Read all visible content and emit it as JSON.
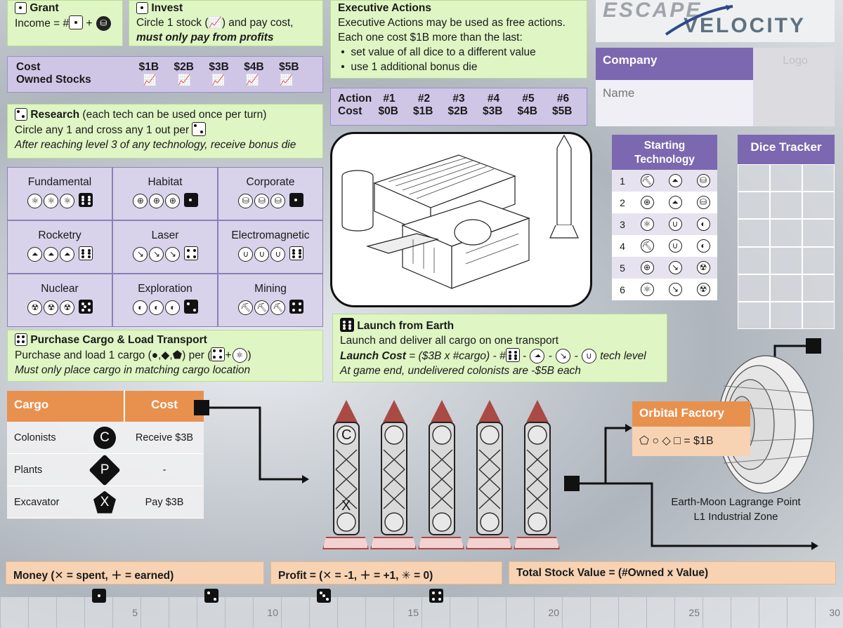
{
  "title_logo": {
    "line1": "ESCAPE",
    "line2": "VELOCITY"
  },
  "grant": {
    "title": "Grant",
    "income_label": "Income = #",
    "plus": "+"
  },
  "invest": {
    "title": "Invest",
    "line1": "Circle 1 stock (",
    "line1b": ") and pay cost,",
    "line2": "must only pay from profits"
  },
  "executive": {
    "title": "Executive Actions",
    "line1": "Executive Actions may be used as free actions.",
    "line2": "Each one cost $1B more than the last:",
    "bullets": [
      "set value of all dice to a different value",
      "use 1 additional bonus die"
    ]
  },
  "cost_table": {
    "cost_label": "Cost",
    "stocks_label": "Owned Stocks",
    "costs": [
      "$1B",
      "$2B",
      "$3B",
      "$4B",
      "$5B"
    ]
  },
  "action_table": {
    "action_label": "Action",
    "cost_label": "Cost",
    "actions": [
      "#1",
      "#2",
      "#3",
      "#4",
      "#5",
      "#6"
    ],
    "costs": [
      "$0B",
      "$1B",
      "$2B",
      "$3B",
      "$4B",
      "$5B"
    ]
  },
  "company": {
    "title": "Company",
    "name_placeholder": "Name",
    "logo_placeholder": "Logo"
  },
  "research": {
    "title": "Research",
    "title_rest": " (each tech can be used once per turn)",
    "line2": "Circle any 1 and cross any 1 out per",
    "line3": "After reaching level 3 of any technology, receive bonus die"
  },
  "techs": [
    {
      "name": "Fundamental",
      "icon": "atom-icon",
      "glyph": "⚛",
      "die": 6,
      "black": true
    },
    {
      "name": "Habitat",
      "icon": "habitat-icon",
      "glyph": "⊕",
      "die": 1,
      "black": true
    },
    {
      "name": "Corporate",
      "icon": "corporate-icon",
      "glyph": "⛁",
      "die": 1,
      "black": true
    },
    {
      "name": "Rocketry",
      "icon": "rocket-icon",
      "glyph": "⏶",
      "die": 6,
      "black": false
    },
    {
      "name": "Laser",
      "icon": "laser-icon",
      "glyph": "↘",
      "die": 4,
      "black": false
    },
    {
      "name": "Electromagnetic",
      "icon": "magnet-icon",
      "glyph": "∪",
      "die": 6,
      "black": false
    },
    {
      "name": "Nuclear",
      "icon": "radiation-icon",
      "glyph": "☢",
      "die": 5,
      "black": true
    },
    {
      "name": "Exploration",
      "icon": "probe-icon",
      "glyph": "◐",
      "die": 2,
      "black": true
    },
    {
      "name": "Mining",
      "icon": "pickaxe-icon",
      "glyph": "⛏",
      "die": 4,
      "black": true
    }
  ],
  "starting_tech": {
    "title": "Starting Technology",
    "rows": [
      {
        "n": "1",
        "icons": [
          "⛏",
          "⏶",
          "⛁"
        ]
      },
      {
        "n": "2",
        "icons": [
          "⊕",
          "⏶",
          "⛁"
        ]
      },
      {
        "n": "3",
        "icons": [
          "⚛",
          "∪",
          "◐"
        ]
      },
      {
        "n": "4",
        "icons": [
          "⛏",
          "∪",
          "◐"
        ]
      },
      {
        "n": "5",
        "icons": [
          "⊕",
          "↘",
          "☢"
        ]
      },
      {
        "n": "6",
        "icons": [
          "⚛",
          "↘",
          "☢"
        ]
      }
    ]
  },
  "dice_tracker": {
    "title": "Dice Tracker"
  },
  "purchase": {
    "title": "Purchase Cargo & Load Transport",
    "line2a": "Purchase and load 1 cargo (●,◆,⬟) per (",
    "line2b": ")",
    "plus": "+",
    "line3": "Must only place cargo in matching cargo location"
  },
  "launch": {
    "title": "Launch from Earth",
    "line1": "Launch and deliver all cargo on one transport",
    "line2a": "Launch Cost",
    "line2b": " = ($3B x #cargo) - #",
    "line2c": "tech level",
    "line3": "At game end, undelivered colonists are -$5B each"
  },
  "cargo": {
    "header": [
      "Cargo",
      "Cost"
    ],
    "rows": [
      {
        "name": "Colonists",
        "symbol": "C",
        "cost": "Receive $3B"
      },
      {
        "name": "Plants",
        "symbol": "P",
        "cost": "-"
      },
      {
        "name": "Excavator",
        "symbol": "X",
        "cost": "Pay $3B"
      }
    ]
  },
  "rocket_marks": {
    "top": "C",
    "bottom": "X"
  },
  "orbital": {
    "title": "Orbital Factory",
    "formula": "⬠ ○ ◇ □ = $1B"
  },
  "lagrange": {
    "line1": "Earth-Moon Lagrange Point",
    "line2": "L1 Industrial Zone"
  },
  "bottom_bars": {
    "money": "Money (✕ = spent, ＋ = earned)",
    "profit": "Profit = (✕ = -1, ＋ = +1, ✳ = 0)",
    "stock": "Total Stock Value = (#Owned x Value)"
  },
  "track_labels": [
    "5",
    "10",
    "15",
    "20",
    "25",
    "30"
  ]
}
